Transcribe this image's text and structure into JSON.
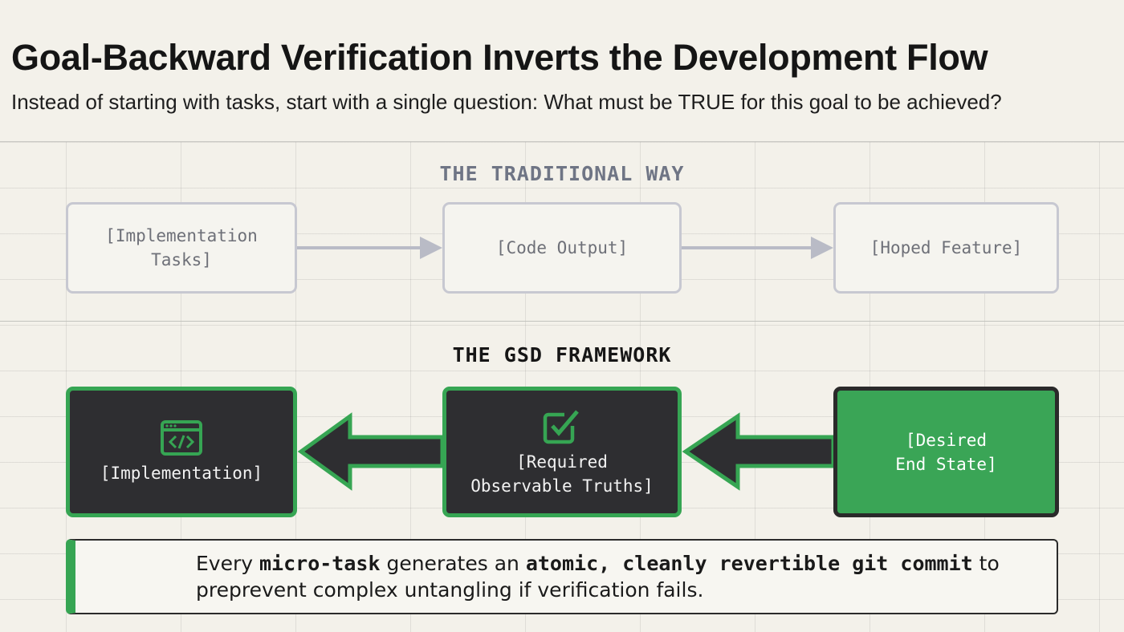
{
  "header": {
    "title": "Goal-Backward Verification Inverts the Development Flow",
    "subtitle": "Instead of starting with tasks, start with a single question: What must be TRUE for this goal to be achieved?"
  },
  "traditional": {
    "label": "THE TRADITIONAL WAY",
    "nodes": [
      {
        "text": "[Implementation\nTasks]"
      },
      {
        "text": "[Code Output]"
      },
      {
        "text": "[Hoped Feature]"
      }
    ],
    "edges": [
      {
        "from": 0,
        "to": 1,
        "direction": "forward"
      },
      {
        "from": 1,
        "to": 2,
        "direction": "forward"
      }
    ]
  },
  "gsd": {
    "label": "THE GSD FRAMEWORK",
    "nodes": [
      {
        "text": "[Implementation]",
        "icon": "code-window-icon"
      },
      {
        "text": "[Required\nObservable Truths]",
        "icon": "checkbox-icon"
      },
      {
        "text": "[Desired\nEnd State]"
      }
    ],
    "edges": [
      {
        "from": 2,
        "to": 1,
        "direction": "backward"
      },
      {
        "from": 1,
        "to": 0,
        "direction": "backward"
      }
    ]
  },
  "callout": {
    "t1": "Every ",
    "b1": "micro-task",
    "t2": " generates an ",
    "b2": "atomic, cleanly revertible git commit",
    "t3": " to preprevent complex untangling if verification fails."
  },
  "colors": {
    "accent_green": "#36a553",
    "dark_box": "#2e2e31",
    "light_outline": "#c7c8d1",
    "background": "#f3f1ea"
  }
}
